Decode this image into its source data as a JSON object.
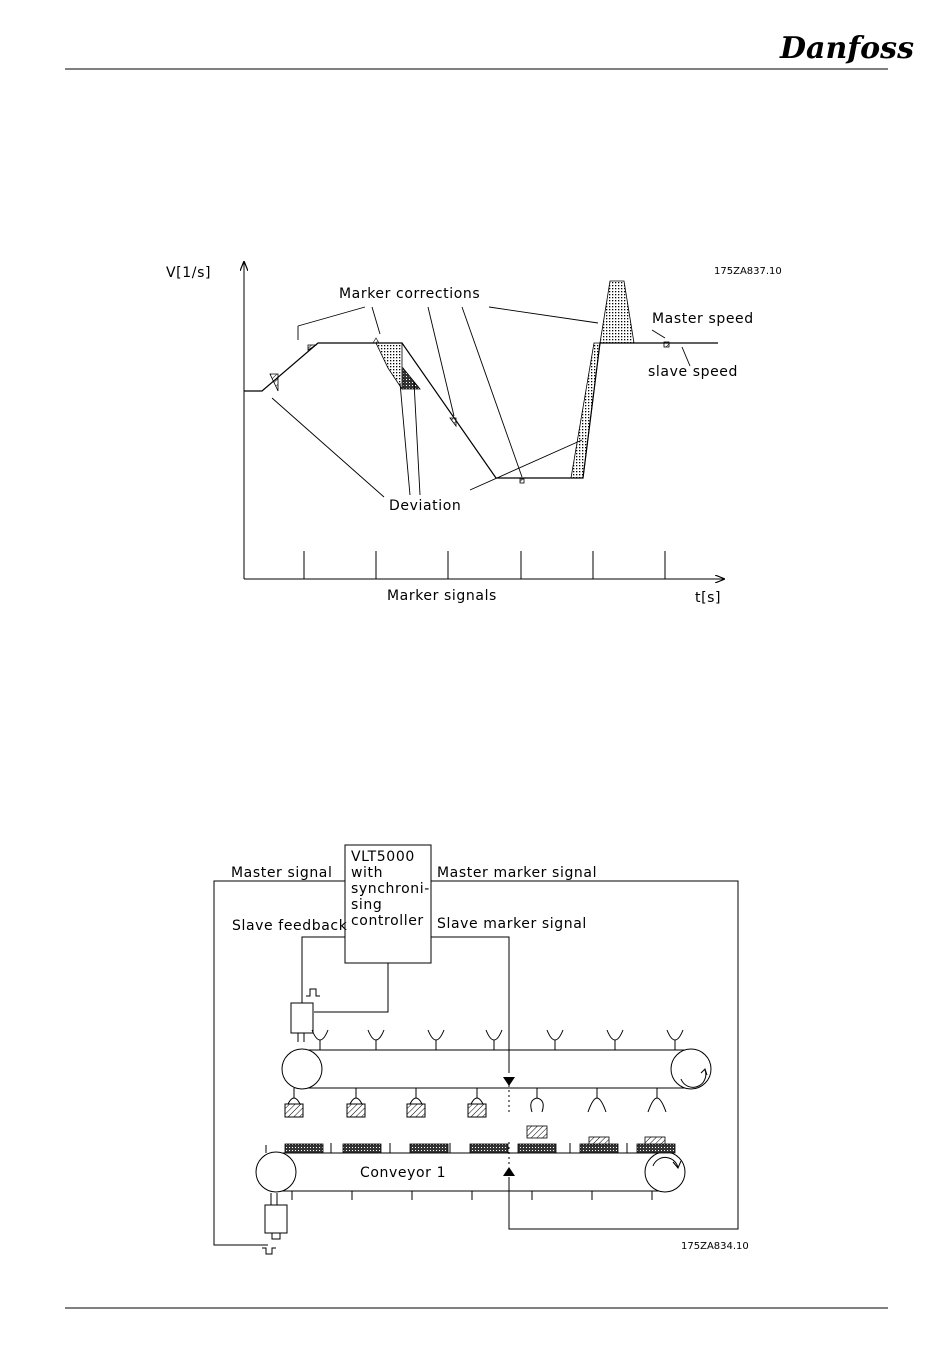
{
  "header": {
    "logo_text": "Danfoss"
  },
  "chart1": {
    "figure_id": "175ZA837.10",
    "y_axis_label": "V[1/s]",
    "x_axis_label": "t[s]",
    "label_marker_corrections": "Marker corrections",
    "label_master_speed": "Master speed",
    "label_slave_speed": "slave speed",
    "label_deviation": "Deviation",
    "label_marker_signals": "Marker signals"
  },
  "chart2": {
    "figure_id": "175ZA834.10",
    "controller_lines": [
      "VLT5000",
      "with",
      "synchroni-",
      "sing",
      "controller"
    ],
    "label_master_signal": "Master signal",
    "label_master_marker_signal": "Master marker signal",
    "label_slave_feedback": "Slave feedback",
    "label_slave_marker_signal": "Slave marker signal",
    "label_conveyor": "Conveyor 1"
  }
}
